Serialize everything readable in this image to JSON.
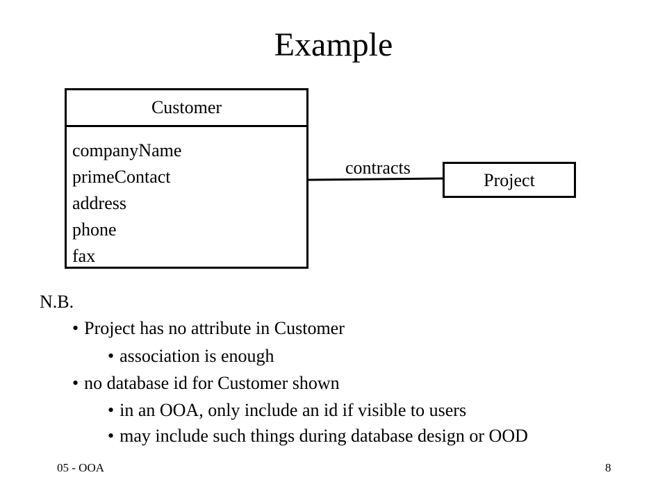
{
  "slide": {
    "title": "Example"
  },
  "diagram": {
    "customer_class": {
      "name": "Customer",
      "attributes": [
        "companyName",
        "primeContact",
        "address",
        "phone",
        "fax"
      ]
    },
    "association": {
      "label": "contracts"
    },
    "project_class": {
      "name": "Project"
    }
  },
  "notes": {
    "heading": "N.B.",
    "bullet_symbol": "•",
    "items": [
      "Project has no attribute in Customer",
      "association is enough",
      "no database id for Customer shown",
      "in an OOA, only include an id if visible to users",
      "may include such things during database design or OOD"
    ]
  },
  "footer": {
    "left": "05 - OOA",
    "right": "8"
  }
}
